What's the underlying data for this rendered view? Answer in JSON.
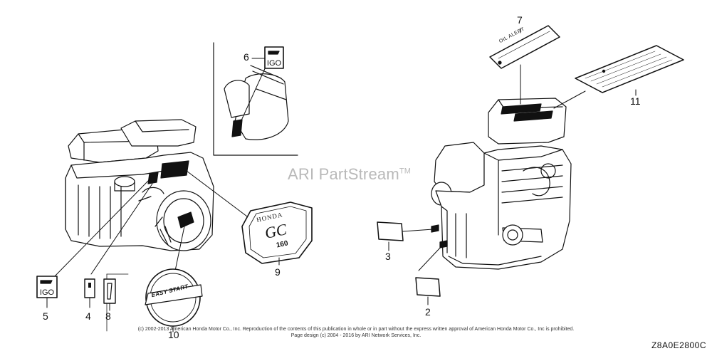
{
  "watermark": {
    "text": "ARI PartStream",
    "mark": "TM"
  },
  "callouts": [
    {
      "id": "2",
      "label": "2"
    },
    {
      "id": "3",
      "label": "3"
    },
    {
      "id": "4",
      "label": "4"
    },
    {
      "id": "5",
      "label": "5"
    },
    {
      "id": "6",
      "label": "6"
    },
    {
      "id": "7",
      "label": "7"
    },
    {
      "id": "8",
      "label": "8"
    },
    {
      "id": "9",
      "label": "9"
    },
    {
      "id": "10",
      "label": "10"
    },
    {
      "id": "11",
      "label": "11"
    }
  ],
  "decals": {
    "oil_alert": "OIL ALERT",
    "brand": "HONDA",
    "model": "GC",
    "displacement": "160",
    "easy_start": "EASY START"
  },
  "footer": {
    "copyright_line1": "(c) 2002-2013 American Honda Motor Co., Inc. Reproduction of the contents of this publication in whole or in part without the express written approval of American Honda Motor Co., Inc is prohibited.",
    "copyright_line2": "Page design (c) 2004 - 2016 by ARI Network Services, Inc.",
    "diagram_code": "Z8A0E2800C"
  }
}
